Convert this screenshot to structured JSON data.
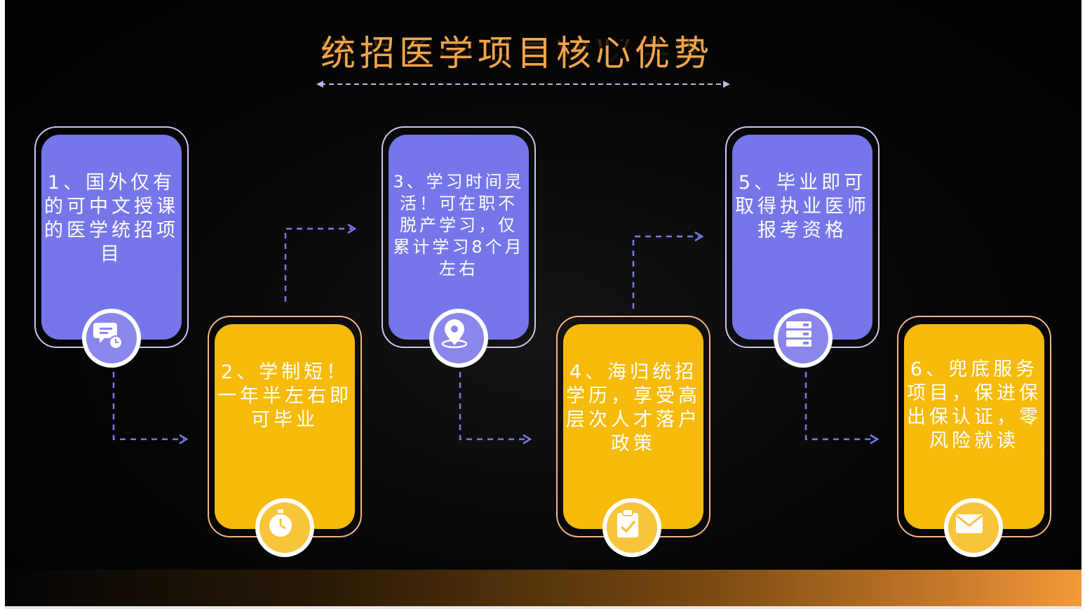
{
  "title": "统招医学项目核心优势",
  "colors": {
    "title": "#f2a548",
    "card_blue": "#7676ea",
    "card_gold": "#f6ba0a",
    "connector": "#7a7ae8",
    "bottom_bar": "#f39a3a"
  },
  "cards": [
    {
      "text": "1、国外仅有的可中文授课的医学统招项目",
      "color": "blue",
      "icon": "chat-clock-icon"
    },
    {
      "text": "2、学制短！一年半左右即可毕业",
      "color": "gold",
      "icon": "stopwatch-icon"
    },
    {
      "text": "3、学习时间灵活！可在职不脱产学习，仅累计学习8个月左右",
      "color": "blue",
      "icon": "location-pin-icon"
    },
    {
      "text": "4、海归统招学历，享受高层次人才落户政策",
      "color": "gold",
      "icon": "clipboard-check-icon"
    },
    {
      "text": "5、毕业即可取得执业医师报考资格",
      "color": "blue",
      "icon": "server-icon"
    },
    {
      "text": "6、兜底服务项目，保进保出保认证，零风险就读",
      "color": "gold",
      "icon": "envelope-icon"
    }
  ]
}
